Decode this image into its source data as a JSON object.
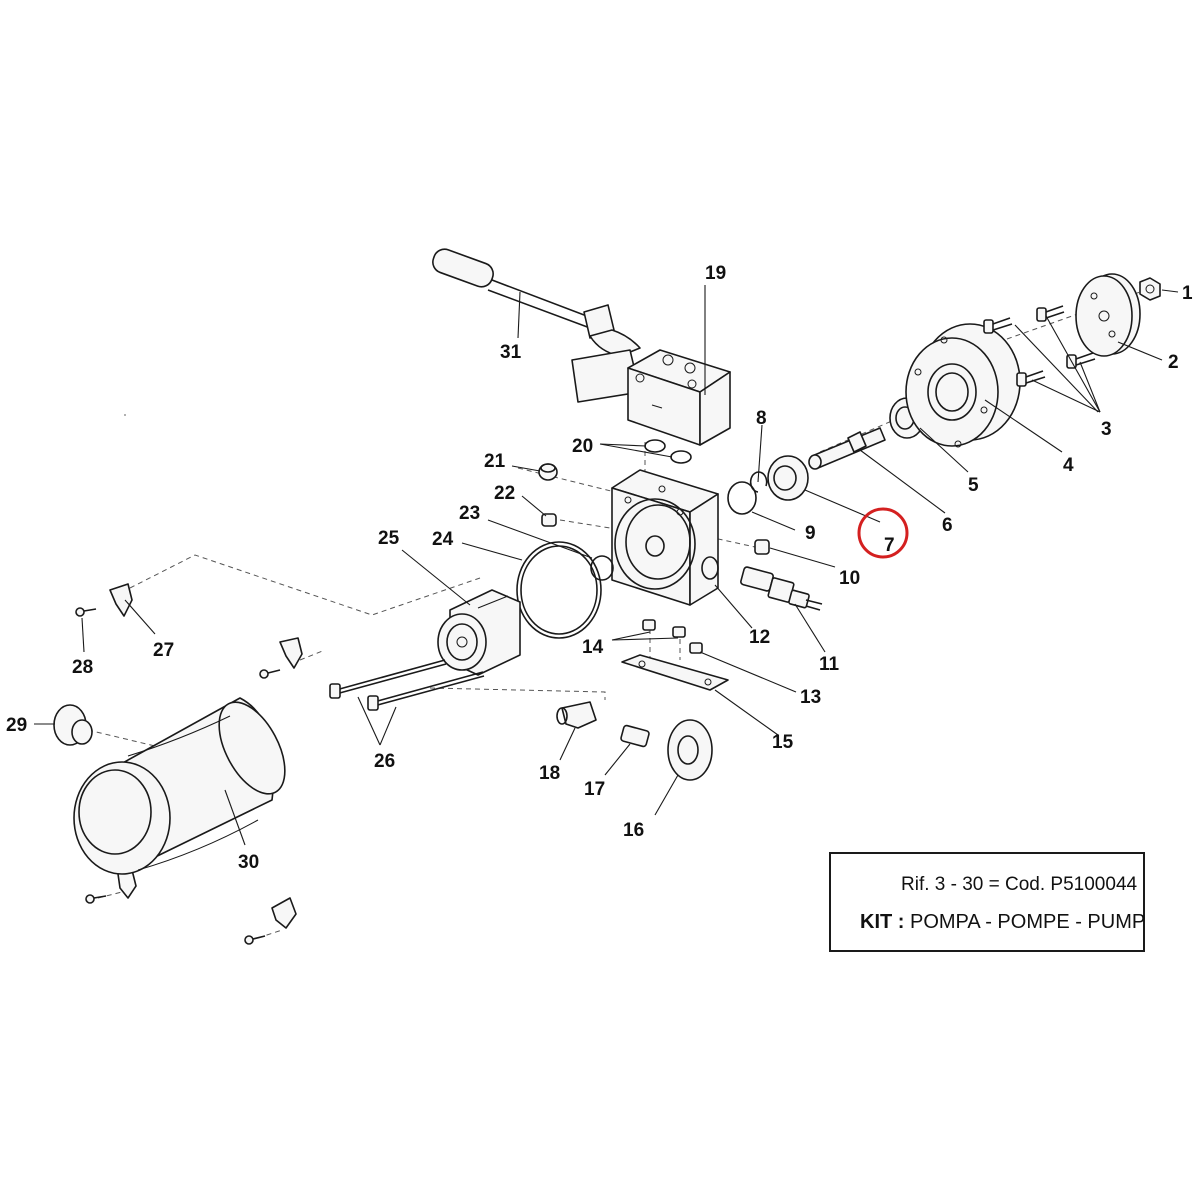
{
  "diagram": {
    "callouts": [
      {
        "id": "c1",
        "label": "1"
      },
      {
        "id": "c2",
        "label": "2"
      },
      {
        "id": "c3",
        "label": "3"
      },
      {
        "id": "c4",
        "label": "4"
      },
      {
        "id": "c5",
        "label": "5"
      },
      {
        "id": "c6",
        "label": "6"
      },
      {
        "id": "c7",
        "label": "7",
        "highlighted": true
      },
      {
        "id": "c8",
        "label": "8"
      },
      {
        "id": "c9",
        "label": "9"
      },
      {
        "id": "c10",
        "label": "10"
      },
      {
        "id": "c11",
        "label": "11"
      },
      {
        "id": "c12",
        "label": "12"
      },
      {
        "id": "c13",
        "label": "13"
      },
      {
        "id": "c14",
        "label": "14"
      },
      {
        "id": "c15",
        "label": "15"
      },
      {
        "id": "c16",
        "label": "16"
      },
      {
        "id": "c17",
        "label": "17"
      },
      {
        "id": "c18",
        "label": "18"
      },
      {
        "id": "c19",
        "label": "19"
      },
      {
        "id": "c20",
        "label": "20"
      },
      {
        "id": "c21",
        "label": "21"
      },
      {
        "id": "c22",
        "label": "22"
      },
      {
        "id": "c23",
        "label": "23"
      },
      {
        "id": "c24",
        "label": "24"
      },
      {
        "id": "c25",
        "label": "25"
      },
      {
        "id": "c26",
        "label": "26"
      },
      {
        "id": "c27",
        "label": "27"
      },
      {
        "id": "c28",
        "label": "28"
      },
      {
        "id": "c29",
        "label": "29"
      },
      {
        "id": "c30",
        "label": "30"
      },
      {
        "id": "c31",
        "label": "31"
      }
    ],
    "highlight_color": "#d42020"
  },
  "kit_box": {
    "ref_text": "Rif. 3 - 30 = Cod. P5100044",
    "kit_label": "KIT :",
    "kit_text": "POMPA - POMPE - PUMP"
  }
}
